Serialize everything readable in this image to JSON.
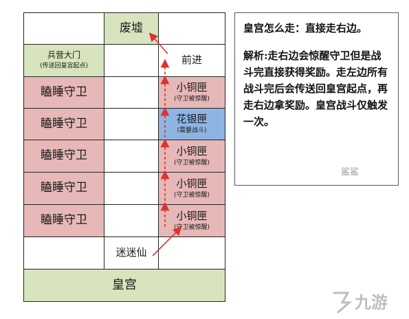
{
  "grid": {
    "ruins": "废墟",
    "forward": "前进",
    "barracks_gate": "兵营大门",
    "barracks_gate_note": "(传送回皇宫起点)",
    "sleeping_guard": "瞌睡守卫",
    "small_copper_box": "小铜匣",
    "guard_wakes_note": "(守卫被惊醒)",
    "silver_box": "花银匣",
    "battle_needed_note": "(需要战斗)",
    "mimixian": "迷迷仙",
    "palace": "皇宫"
  },
  "description": {
    "question": "皇宫怎么走：直接走右边。",
    "answer": "解析:走右边会惊醒守卫但是战斗完直接获得奖励。走左边所有战斗完后会传送回皇宫起点，再走右边拿奖励。皇宫战斗仅触发一次。"
  },
  "watermarks": {
    "shark_text": "鲨鲨",
    "site_text": "九游"
  },
  "colors": {
    "green": "#d7e4bd",
    "pink": "#e6b8b7",
    "blue": "#8eb4e3",
    "arrow": "#e03030"
  }
}
